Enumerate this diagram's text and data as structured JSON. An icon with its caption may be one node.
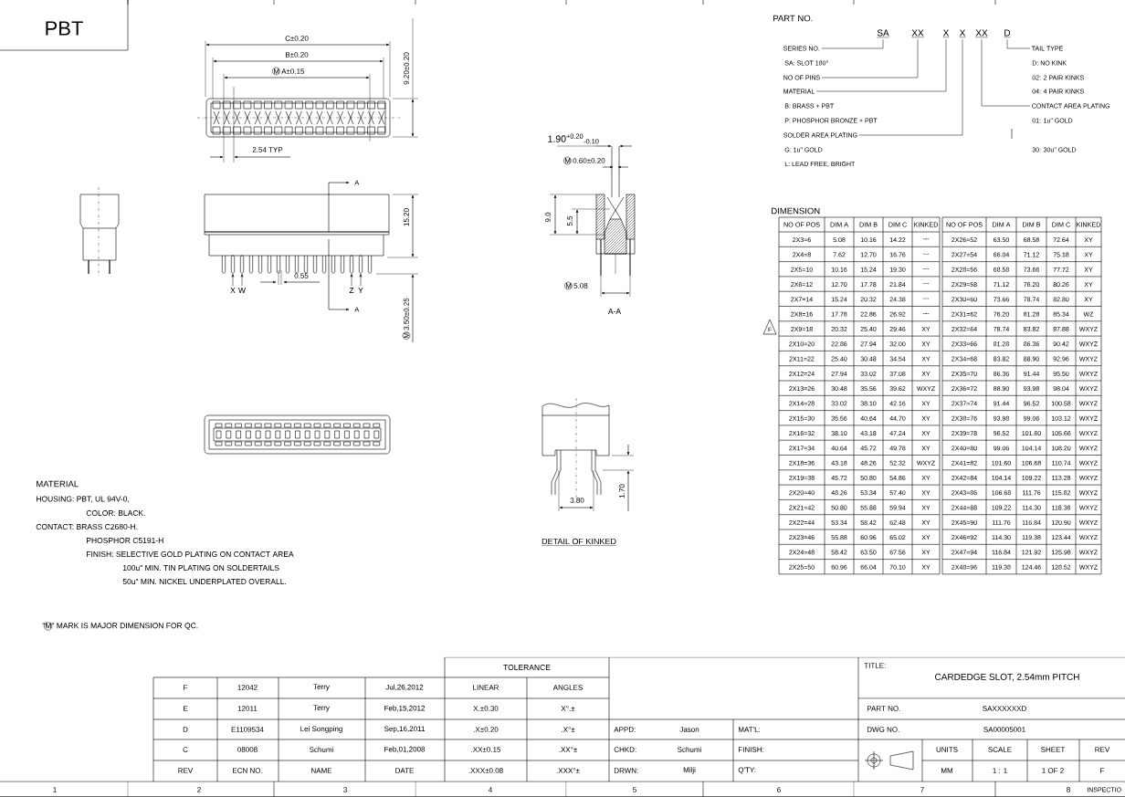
{
  "diagram": {
    "nodes": [
      {
        "text": [
          "SA"
        ]
      },
      {
        "text": [
          "XX"
        ]
      },
      {
        "text": [
          "X"
        ]
      },
      {
        "text": [
          "X"
        ]
      },
      {
        "text": [
          "XX"
        ]
      },
      {
        "text": [
          "D"
        ]
      },
      {
        "text": [
          "SERIES NO."
        ]
      },
      {
        "text": [
          "NO OF PINS"
        ]
      },
      {
        "text": [
          "MATERIAL"
        ]
      },
      {
        "text": [
          "SOLDER AREA PLATING"
        ]
      },
      {
        "text": [
          "TAIL TYPE"
        ]
      },
      {
        "text": [
          "CONTACT AREA PLATING"
        ]
      },
      {
        "text": [
          "X"
        ]
      },
      {
        "text": [
          "W"
        ]
      },
      {
        "text": [
          "Z"
        ]
      },
      {
        "text": [
          "Y"
        ]
      },
      {
        "text": [],
        "shape": "bar"
      },
      {
        "text": [],
        "shape": "bar"
      },
      {
        "text": [],
        "shape": "bar"
      },
      {
        "text": [],
        "shape": "bar"
      }
    ],
    "edges": [
      {
        "from": 0,
        "to": 6,
        "arrow": "none"
      },
      {
        "from": 1,
        "to": 7,
        "arrow": "none"
      },
      {
        "from": 2,
        "to": 8,
        "arrow": "none"
      },
      {
        "from": 3,
        "to": 9,
        "arrow": "none"
      },
      {
        "from": 5,
        "to": 10,
        "arrow": "none"
      },
      {
        "from": 4,
        "to": 11,
        "arrow": "none"
      },
      {
        "from": 12,
        "to": 16,
        "arrow": "to"
      },
      {
        "from": 13,
        "to": 17,
        "arrow": "to"
      },
      {
        "from": 14,
        "to": 18,
        "arrow": "to"
      },
      {
        "from": 15,
        "to": 19,
        "arrow": "to"
      }
    ],
    "labels": [
      "PBT",
      "C±0.20",
      "B±0.20",
      "M A±0.15",
      "9.20±0.20",
      "2.54 TYP",
      "15.20",
      "0.55",
      "A",
      "A",
      "M 3.50±0.25",
      "1.90$^{+0.20}$$_{-0.10}$",
      "M 0.60±0.20",
      "9.0",
      "5.5",
      "M 5.08",
      "A-A",
      "3.80",
      "1.70",
      "DETAIL OF KINKED",
      "MATERIAL",
      "HOUSING: PBT, UL 94V-0,",
      "COLOR: BLACK.",
      "CONTACT: BRASS C2680-H.",
      "PHOSPHOR C5191-H",
      "FINISH: SELECTIVE GOLD PLATING ON CONTACT AREA",
      "100u\" MIN. TIN PLATING ON SOLDERTAILS",
      "50u\" MIN. NICKEL UNDERPLATED OVERALL.",
      "\"M\" MARK IS MAJOR DIMENSION FOR QC.",
      "PART NO.",
      "SA: SLOT 180°",
      "B: BRASS + PBT",
      "P: PHOSPHOR BRONZE + PBT",
      "G: 1u\" GOLD",
      "L: LEAD FREE, BRIGHT",
      "D: NO KINK",
      "02: 2 PAIR KINKS",
      "04: 4 PAIR KINKS",
      "01: 1u\" GOLD",
      "30: 30u\" GOLD",
      "DIMENSION",
      "F",
      "NO OF POS",
      "DIM A",
      "DIM B",
      "DIM C",
      "KINKED",
      "NO OF POS",
      "DIM A",
      "DIM B",
      "DIM C",
      "KINKED",
      "2X3=6",
      "5.08",
      "10.16",
      "14.22",
      "---",
      "2X26=52",
      "63.50",
      "68.58",
      "72.64",
      "XY",
      "2X4=8",
      "7.62",
      "12.70",
      "16.76",
      "---",
      "2X27=54",
      "66.04",
      "71.12",
      "75.18",
      "XY",
      "2X5=10",
      "10.16",
      "15.24",
      "19.30",
      "---",
      "2X28=56",
      "68.58",
      "73.66",
      "77.72",
      "XY",
      "2X6=12",
      "12.70",
      "17.78",
      "21.84",
      "---",
      "2X29=58",
      "71.12",
      "76.20",
      "80.26",
      "XY",
      "2X7=14",
      "15.24",
      "20.32",
      "24.38",
      "---",
      "2X30=60",
      "73.66",
      "78.74",
      "82.80",
      "XY",
      "2X8=16",
      "17.78",
      "22.86",
      "26.92",
      "---",
      "2X31=62",
      "76.20",
      "81.28",
      "85.34",
      "WZ",
      "2X9=18",
      "20.32",
      "25.40",
      "29.46",
      "XY",
      "2X32=64",
      "78.74",
      "83.82",
      "87.88",
      "WXYZ",
      "2X10=20",
      "22.86",
      "27.94",
      "32.00",
      "XY",
      "2X33=66",
      "81.28",
      "86.36",
      "90.42",
      "WXYZ",
      "2X11=22",
      "25.40",
      "30.48",
      "34.54",
      "XY",
      "2X34=68",
      "83.82",
      "88.90",
      "92.96",
      "WXYZ",
      "2X12=24",
      "27.94",
      "33.02",
      "37.08",
      "XY",
      "2X35=70",
      "86.36",
      "91.44",
      "95.50",
      "WXYZ",
      "2X13=26",
      "30.48",
      "35.56",
      "39.62",
      "WXYZ",
      "2X36=72",
      "88.90",
      "93.98",
      "98.04",
      "WXYZ",
      "2X14=28",
      "33.02",
      "38.10",
      "42.16",
      "XY",
      "2X37=74",
      "91.44",
      "96.52",
      "100.58",
      "WXYZ",
      "2X15=30",
      "35.56",
      "40.64",
      "44.70",
      "XY",
      "2X38=76",
      "93.98",
      "99.06",
      "103.12",
      "WXYZ",
      "2X16=32",
      "38.10",
      "43.18",
      "47.24",
      "XY",
      "2X39=78",
      "96.52",
      "101.60",
      "105.66",
      "WXYZ",
      "2X17=34",
      "40.64",
      "45.72",
      "49.78",
      "XY",
      "2X40=80",
      "99.06",
      "104.14",
      "108.20",
      "WXYZ",
      "2X18=36",
      "43.18",
      "48.26",
      "52.32",
      "WXYZ",
      "2X41=82",
      "101.60",
      "106.68",
      "110.74",
      "WXYZ",
      "2X19=38",
      "45.72",
      "50.80",
      "54.86",
      "XY",
      "2X42=84",
      "104.14",
      "109.22",
      "113.28",
      "WXYZ",
      "2X20=40",
      "48.26",
      "53.34",
      "57.40",
      "XY",
      "2X43=86",
      "106.68",
      "111.76",
      "115.82",
      "WXYZ",
      "2X21=42",
      "50.80",
      "55.88",
      "59.94",
      "XY",
      "2X44=88",
      "109.22",
      "114.30",
      "118.36",
      "WXYZ",
      "2X22=44",
      "53.34",
      "58.42",
      "62.48",
      "XY",
      "2X45=90",
      "111.76",
      "116.84",
      "120.90",
      "WXYZ",
      "2X23=46",
      "55.88",
      "60.96",
      "65.02",
      "XY",
      "2X46=92",
      "114.30",
      "119.38",
      "123.44",
      "WXYZ",
      "2X24=48",
      "58.42",
      "63.50",
      "67.56",
      "XY",
      "2X47=94",
      "116.84",
      "121.92",
      "125.98",
      "WXYZ",
      "2X25=50",
      "60.96",
      "66.04",
      "70.10",
      "XY",
      "2X48=96",
      "119.38",
      "124.46",
      "128.52",
      "WXYZ",
      "F",
      "12042",
      "Terry",
      "Jul,26,2012",
      "E",
      "12011",
      "Terry",
      "Feb,15,2012",
      "D",
      "E1109534",
      "Lei Songping",
      "Sep,16,2011",
      "C",
      "08008",
      "Schumi",
      "Feb,01,2008",
      "REV",
      "ECN NO.",
      "NAME",
      "DATE",
      "TOLERANCE",
      "LINEAR",
      "ANGLES",
      "X.±0.30",
      "X°.±",
      ".X±0.20",
      ".X°±",
      ".XX±0.15",
      ".XX°±",
      ".XXX±0.08",
      ".XXX°±",
      "APPD:",
      "Jason",
      "MAT'L:",
      "CHKD:",
      "Schumi",
      "FINISH:",
      "DRWN:",
      "Milji",
      "Q'TY:",
      "TITLE:",
      "CARDEDGE SLOT, 2.54mm PITCH",
      "PART NO.",
      "SAXXXXXXD",
      "DWG NO.",
      "SA00005001",
      "UNITS",
      "SCALE",
      "SHEET",
      "REV",
      "MM",
      "1 : 1",
      "1 OF 2",
      "F",
      "1",
      "2",
      "3",
      "4",
      "5",
      "6",
      "7",
      "8",
      "INSPECTIO"
    ]
  }
}
